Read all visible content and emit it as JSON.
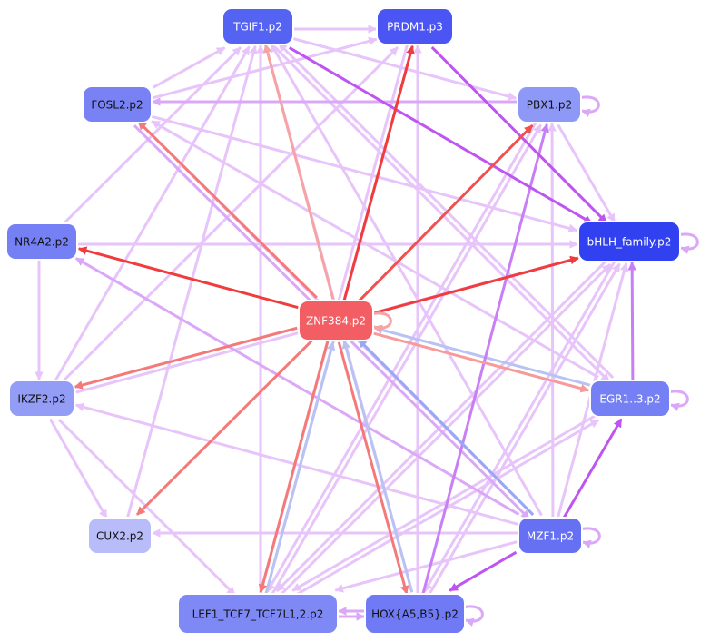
{
  "nodes": [
    {
      "id": "tgif1",
      "label": "TGIF1.p2",
      "fill": "#5563f2",
      "text_color": "#ffffff"
    },
    {
      "id": "prdm1",
      "label": "PRDM1.p3",
      "fill": "#4a55f3",
      "text_color": "#ffffff"
    },
    {
      "id": "pbx1",
      "label": "PBX1.p2",
      "fill": "#8e98f6",
      "text_color": "#111111"
    },
    {
      "id": "fosl2",
      "label": "FOSL2.p2",
      "fill": "#7882f4",
      "text_color": "#111111"
    },
    {
      "id": "bhlh",
      "label": "bHLH_family.p2",
      "fill": "#3241ef",
      "text_color": "#ffffff"
    },
    {
      "id": "nr4a2",
      "label": "NR4A2.p2",
      "fill": "#7480f4",
      "text_color": "#111111"
    },
    {
      "id": "znf384",
      "label": "ZNF384.p2",
      "fill": "#f25e63",
      "text_color": "#ffffff"
    },
    {
      "id": "egr1",
      "label": "EGR1..3.p2",
      "fill": "#7580f4",
      "text_color": "#ffffff"
    },
    {
      "id": "ikzf2",
      "label": "IKZF2.p2",
      "fill": "#949df6",
      "text_color": "#111111"
    },
    {
      "id": "cux2",
      "label": "CUX2.p2",
      "fill": "#b8bdf9",
      "text_color": "#111111"
    },
    {
      "id": "mzf1",
      "label": "MZF1.p2",
      "fill": "#6570f3",
      "text_color": "#ffffff"
    },
    {
      "id": "lef1",
      "label": "LEF1_TCF7_TCF7L1,2.p2",
      "fill": "#7f89f5",
      "text_color": "#111111"
    },
    {
      "id": "hox",
      "label": "HOX{A5,B5}.p2",
      "fill": "#6f7af4",
      "text_color": "#111111"
    }
  ],
  "edges": [
    {
      "from": "znf384",
      "to": "prdm1",
      "color": "#f03c3c",
      "width": 3
    },
    {
      "from": "znf384",
      "to": "tgif1",
      "color": "#f7a3a3",
      "width": 3
    },
    {
      "from": "znf384",
      "to": "fosl2",
      "color": "#f47a7a",
      "width": 3
    },
    {
      "from": "znf384",
      "to": "nr4a2",
      "color": "#f03c3c",
      "width": 3
    },
    {
      "from": "znf384",
      "to": "ikzf2",
      "color": "#f47a7a",
      "width": 3
    },
    {
      "from": "znf384",
      "to": "cux2",
      "color": "#f47a7a",
      "width": 3
    },
    {
      "from": "znf384",
      "to": "lef1",
      "color": "#f47a7a",
      "width": 3
    },
    {
      "from": "znf384",
      "to": "hox",
      "color": "#f47a7a",
      "width": 3
    },
    {
      "from": "znf384",
      "to": "bhlh",
      "color": "#f03c3c",
      "width": 3
    },
    {
      "from": "znf384",
      "to": "pbx1",
      "color": "#f05050",
      "width": 3
    },
    {
      "from": "znf384",
      "to": "egr1",
      "color": "#f69a9a",
      "width": 3
    },
    {
      "from": "egr1",
      "to": "znf384",
      "color": "#b7c3f3",
      "width": 3
    },
    {
      "from": "mzf1",
      "to": "znf384",
      "color": "#98a8f3",
      "width": 3
    },
    {
      "from": "lef1",
      "to": "znf384",
      "color": "#b7c3f3",
      "width": 3
    },
    {
      "from": "hox",
      "to": "znf384",
      "color": "#b7c3f3",
      "width": 3
    },
    {
      "from": "tgif1",
      "to": "bhlh",
      "color": "#bf55f0",
      "width": 3
    },
    {
      "from": "prdm1",
      "to": "bhlh",
      "color": "#bf55f0",
      "width": 3
    },
    {
      "from": "mzf1",
      "to": "egr1",
      "color": "#bf55f0",
      "width": 3
    },
    {
      "from": "mzf1",
      "to": "hox",
      "color": "#bf55f0",
      "width": 3
    },
    {
      "from": "hox",
      "to": "pbx1",
      "color": "#c87ff5",
      "width": 3
    },
    {
      "from": "egr1",
      "to": "bhlh",
      "color": "#c87ff5",
      "width": 3
    },
    {
      "from": "tgif1",
      "to": "prdm1",
      "color": "#e7c4f9",
      "width": 3
    },
    {
      "from": "tgif1",
      "to": "pbx1",
      "color": "#e7c4f9",
      "width": 3
    },
    {
      "from": "fosl2",
      "to": "tgif1",
      "color": "#e7c4f9",
      "width": 3
    },
    {
      "from": "fosl2",
      "to": "prdm1",
      "color": "#e7c4f9",
      "width": 3
    },
    {
      "from": "pbx1",
      "to": "fosl2",
      "color": "#dba8f8",
      "width": 3
    },
    {
      "from": "pbx1",
      "to": "bhlh",
      "color": "#e7c4f9",
      "width": 3
    },
    {
      "from": "fosl2",
      "to": "bhlh",
      "color": "#e7c4f9",
      "width": 3
    },
    {
      "from": "nr4a2",
      "to": "bhlh",
      "color": "#e7c4f9",
      "width": 3
    },
    {
      "from": "nr4a2",
      "to": "ikzf2",
      "color": "#e7c4f9",
      "width": 3
    },
    {
      "from": "nr4a2",
      "to": "tgif1",
      "color": "#e7c4f9",
      "width": 3
    },
    {
      "from": "ikzf2",
      "to": "bhlh",
      "color": "#e7c4f9",
      "width": 3
    },
    {
      "from": "ikzf2",
      "to": "cux2",
      "color": "#e7c4f9",
      "width": 3
    },
    {
      "from": "ikzf2",
      "to": "tgif1",
      "color": "#e7c4f9",
      "width": 3
    },
    {
      "from": "ikzf2",
      "to": "prdm1",
      "color": "#e7c4f9",
      "width": 3
    },
    {
      "from": "ikzf2",
      "to": "lef1",
      "color": "#e7c4f9",
      "width": 3
    },
    {
      "from": "cux2",
      "to": "tgif1",
      "color": "#e7c4f9",
      "width": 3
    },
    {
      "from": "lef1",
      "to": "tgif1",
      "color": "#e7c4f9",
      "width": 3
    },
    {
      "from": "lef1",
      "to": "pbx1",
      "color": "#e7c4f9",
      "width": 3
    },
    {
      "from": "lef1",
      "to": "bhlh",
      "color": "#e7c4f9",
      "width": 3
    },
    {
      "from": "lef1",
      "to": "egr1",
      "color": "#e7c4f9",
      "width": 3
    },
    {
      "from": "lef1",
      "to": "prdm1",
      "color": "#e7c4f9",
      "width": 3
    },
    {
      "from": "lef1",
      "to": "hox",
      "color": "#dba8f8",
      "width": 3
    },
    {
      "from": "hox",
      "to": "lef1",
      "color": "#dba8f8",
      "width": 3
    },
    {
      "from": "hox",
      "to": "bhlh",
      "color": "#e7c4f9",
      "width": 3
    },
    {
      "from": "hox",
      "to": "prdm1",
      "color": "#e7c4f9",
      "width": 3
    },
    {
      "from": "hox",
      "to": "tgif1",
      "color": "#e7c4f9",
      "width": 3
    },
    {
      "from": "mzf1",
      "to": "bhlh",
      "color": "#e7c4f9",
      "width": 3
    },
    {
      "from": "mzf1",
      "to": "pbx1",
      "color": "#e7c4f9",
      "width": 3
    },
    {
      "from": "mzf1",
      "to": "tgif1",
      "color": "#e7c4f9",
      "width": 3
    },
    {
      "from": "mzf1",
      "to": "nr4a2",
      "color": "#dba8f8",
      "width": 3
    },
    {
      "from": "mzf1",
      "to": "ikzf2",
      "color": "#e7c4f9",
      "width": 3
    },
    {
      "from": "mzf1",
      "to": "cux2",
      "color": "#e7c4f9",
      "width": 3
    },
    {
      "from": "mzf1",
      "to": "lef1",
      "color": "#e7c4f9",
      "width": 3
    },
    {
      "from": "mzf1",
      "to": "fosl2",
      "color": "#e7c4f9",
      "width": 3
    },
    {
      "from": "egr1",
      "to": "lef1",
      "color": "#e7c4f9",
      "width": 3
    },
    {
      "from": "egr1",
      "to": "tgif1",
      "color": "#e7c4f9",
      "width": 3
    },
    {
      "from": "egr1",
      "to": "fosl2",
      "color": "#e7c4f9",
      "width": 3
    },
    {
      "from": "tgif1",
      "to": "egr1",
      "color": "#e7c4f9",
      "width": 3
    },
    {
      "from": "prdm1",
      "to": "lef1",
      "color": "#e7c4f9",
      "width": 3
    },
    {
      "from": "fosl2",
      "to": "mzf1",
      "color": "#dba8f8",
      "width": 3
    },
    {
      "from": "pbx1",
      "to": "lef1",
      "color": "#e7c4f9",
      "width": 3
    },
    {
      "from": "bhlh",
      "to": "hox",
      "color": "#e7c4f9",
      "width": 3
    },
    {
      "from": "bhlh",
      "to": "lef1",
      "color": "#e7c4f9",
      "width": 3
    }
  ],
  "self_loops": [
    {
      "node": "pbx1",
      "color": "#dba8f8"
    },
    {
      "node": "bhlh",
      "color": "#dba8f8"
    },
    {
      "node": "znf384",
      "color": "#f7a3a3"
    },
    {
      "node": "egr1",
      "color": "#dba8f8"
    },
    {
      "node": "mzf1",
      "color": "#dba8f8"
    },
    {
      "node": "hox",
      "color": "#dba8f8"
    }
  ]
}
